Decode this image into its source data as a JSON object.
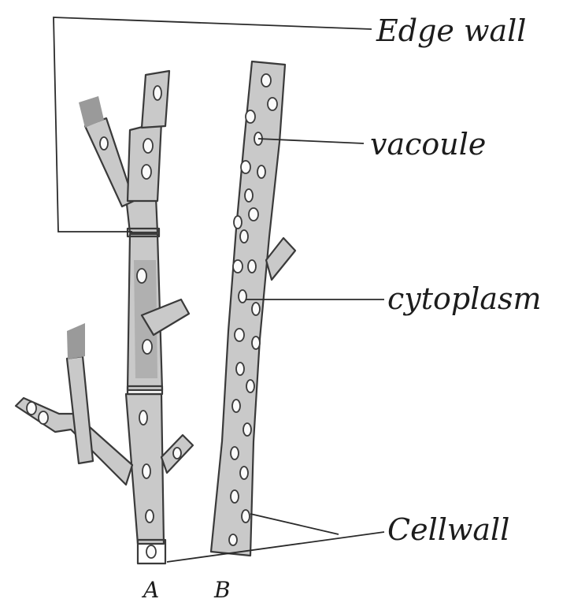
{
  "labels": {
    "edge_wall": "Edge wall",
    "vacuole": "vacoule",
    "cytoplasm": "cytoplasm",
    "cell_wall": "Cellwall",
    "specimen_a": "A",
    "specimen_b": "B"
  },
  "colors": {
    "paper": "#ffffff",
    "ink": "#2a2a2a",
    "shading": "#c9c9c9",
    "dark_shading": "#9a9a9a"
  }
}
